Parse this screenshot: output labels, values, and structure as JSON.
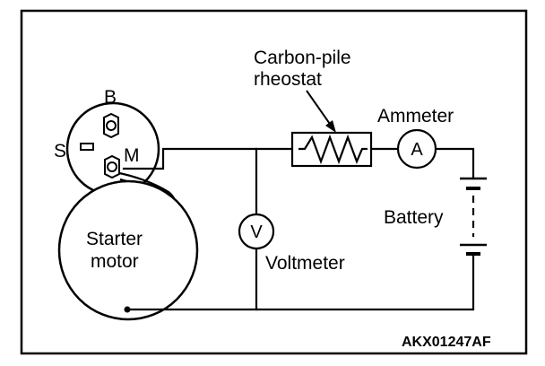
{
  "labels": {
    "terminal_b": "B",
    "terminal_s": "S",
    "terminal_m": "M",
    "starter_motor_line1": "Starter",
    "starter_motor_line2": "motor",
    "rheostat_line1": "Carbon-pile",
    "rheostat_line2": "rheostat",
    "ammeter": "Ammeter",
    "ammeter_symbol": "A",
    "voltmeter": "Voltmeter",
    "voltmeter_symbol": "V",
    "battery": "Battery",
    "figure_code": "AKX01247AF"
  }
}
